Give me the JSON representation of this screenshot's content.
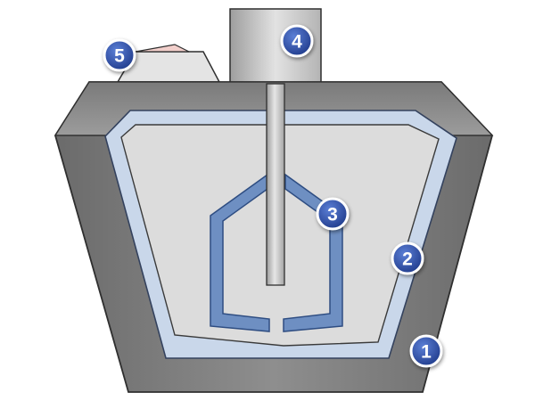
{
  "colors": {
    "vessel_outer_light": "#9a9a9a",
    "vessel_outer_dark": "#6f6f6f",
    "vessel_stroke": "#2f2f2f",
    "liner": "#c8d6e8",
    "liner_stroke": "#3a4a66",
    "chamber": "#dcdcdc",
    "agitator": "#6e8fc2",
    "agitator_stroke": "#2e4d82",
    "shaft": "#c8c8c8",
    "motor": "#cfcfcf",
    "inlet": "#e6e6e6",
    "inlet_tip": "#f0c9c6",
    "badge_fill": "#2f4fa8",
    "badge_ring": "#ffffff"
  },
  "callouts": [
    {
      "id": "1",
      "label": "1"
    },
    {
      "id": "2",
      "label": "2"
    },
    {
      "id": "3",
      "label": "3"
    },
    {
      "id": "4",
      "label": "4"
    },
    {
      "id": "5",
      "label": "5"
    }
  ]
}
